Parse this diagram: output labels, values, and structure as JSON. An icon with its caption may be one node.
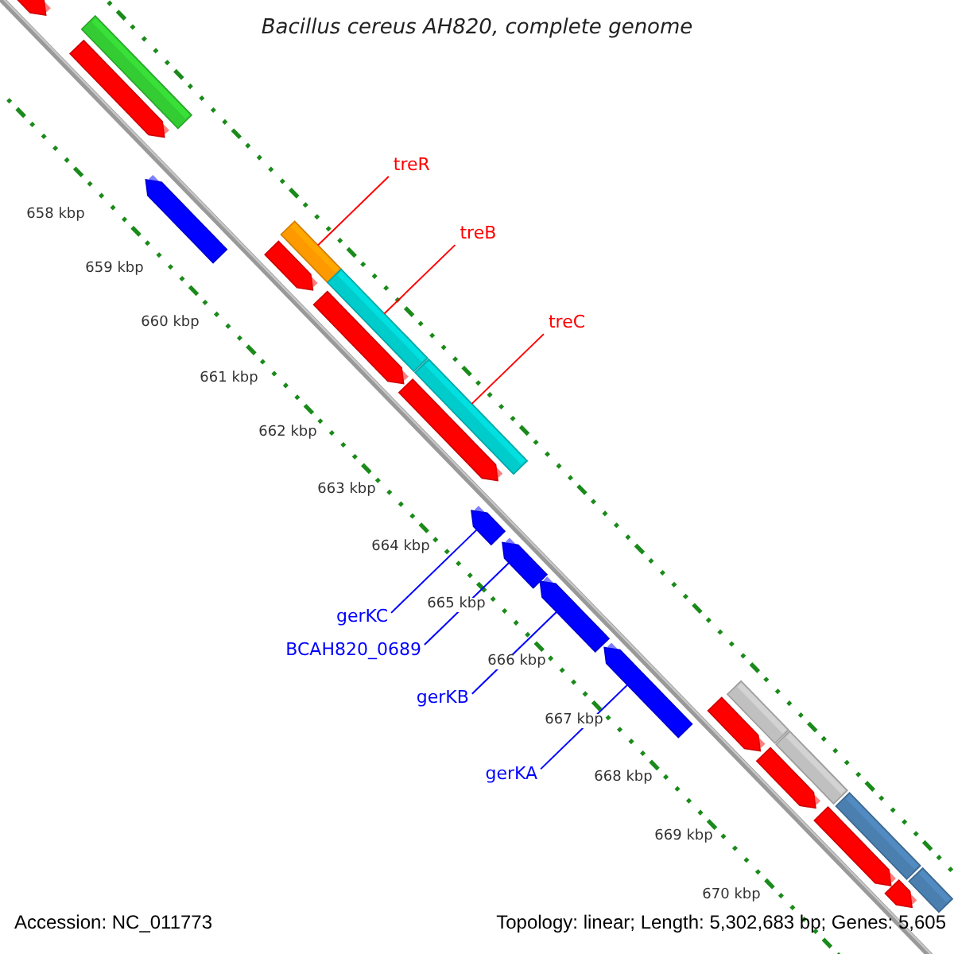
{
  "diagram": {
    "title": "Bacillus cereus AH820, complete genome",
    "nodes": [
      {
        "text": [],
        "shape": "arrow"
      },
      {
        "text": [],
        "shape": "box"
      },
      {
        "text": [],
        "shape": "arrow"
      },
      {
        "text": [],
        "shape": "arrow"
      },
      {
        "text": [
          "treR"
        ]
      },
      {
        "text": [],
        "shape": "box"
      },
      {
        "text": [],
        "shape": "arrow"
      },
      {
        "text": [
          "treB"
        ]
      },
      {
        "text": [],
        "shape": "box"
      },
      {
        "text": [],
        "shape": "arrow"
      },
      {
        "text": [
          "treC"
        ]
      },
      {
        "text": [],
        "shape": "box"
      },
      {
        "text": [],
        "shape": "arrow"
      },
      {
        "text": [
          "gerKC"
        ]
      },
      {
        "text": [],
        "shape": "arrow"
      },
      {
        "text": [
          "BCAH820_0689"
        ]
      },
      {
        "text": [],
        "shape": "arrow"
      },
      {
        "text": [
          "gerKB"
        ]
      },
      {
        "text": [],
        "shape": "arrow"
      },
      {
        "text": [
          "gerKA"
        ]
      },
      {
        "text": [],
        "shape": "arrow"
      },
      {
        "text": [],
        "shape": "arrow"
      },
      {
        "text": [],
        "shape": "box"
      },
      {
        "text": [],
        "shape": "arrow"
      },
      {
        "text": [],
        "shape": "box"
      },
      {
        "text": [],
        "shape": "arrow"
      },
      {
        "text": [],
        "shape": "box"
      },
      {
        "text": [],
        "shape": "arrow"
      },
      {
        "text": [],
        "shape": "box"
      }
    ],
    "edges": [
      {
        "from": 4,
        "to": 5,
        "arrow": "none",
        "color": "#ff0000"
      },
      {
        "from": 7,
        "to": 8,
        "arrow": "none",
        "color": "#ff0000"
      },
      {
        "from": 10,
        "to": 11,
        "arrow": "none",
        "color": "#ff0000"
      },
      {
        "from": 13,
        "to": 14,
        "arrow": "none",
        "color": "#0000ff"
      },
      {
        "from": 15,
        "to": 16,
        "arrow": "none",
        "color": "#0000ff"
      },
      {
        "from": 17,
        "to": 18,
        "arrow": "none",
        "color": "#0000ff"
      },
      {
        "from": 19,
        "to": 20,
        "arrow": "none",
        "color": "#0000ff"
      }
    ],
    "labels": [
      "658 kbp",
      "659 kbp",
      "660 kbp",
      "661 kbp",
      "662 kbp",
      "663 kbp",
      "664 kbp",
      "665 kbp",
      "666 kbp",
      "667 kbp",
      "668 kbp",
      "669 kbp",
      "670 kbp",
      "Accession: NC_011773",
      "Topology: linear; Length: 5,302,683 bp; Genes: 5,605"
    ]
  }
}
